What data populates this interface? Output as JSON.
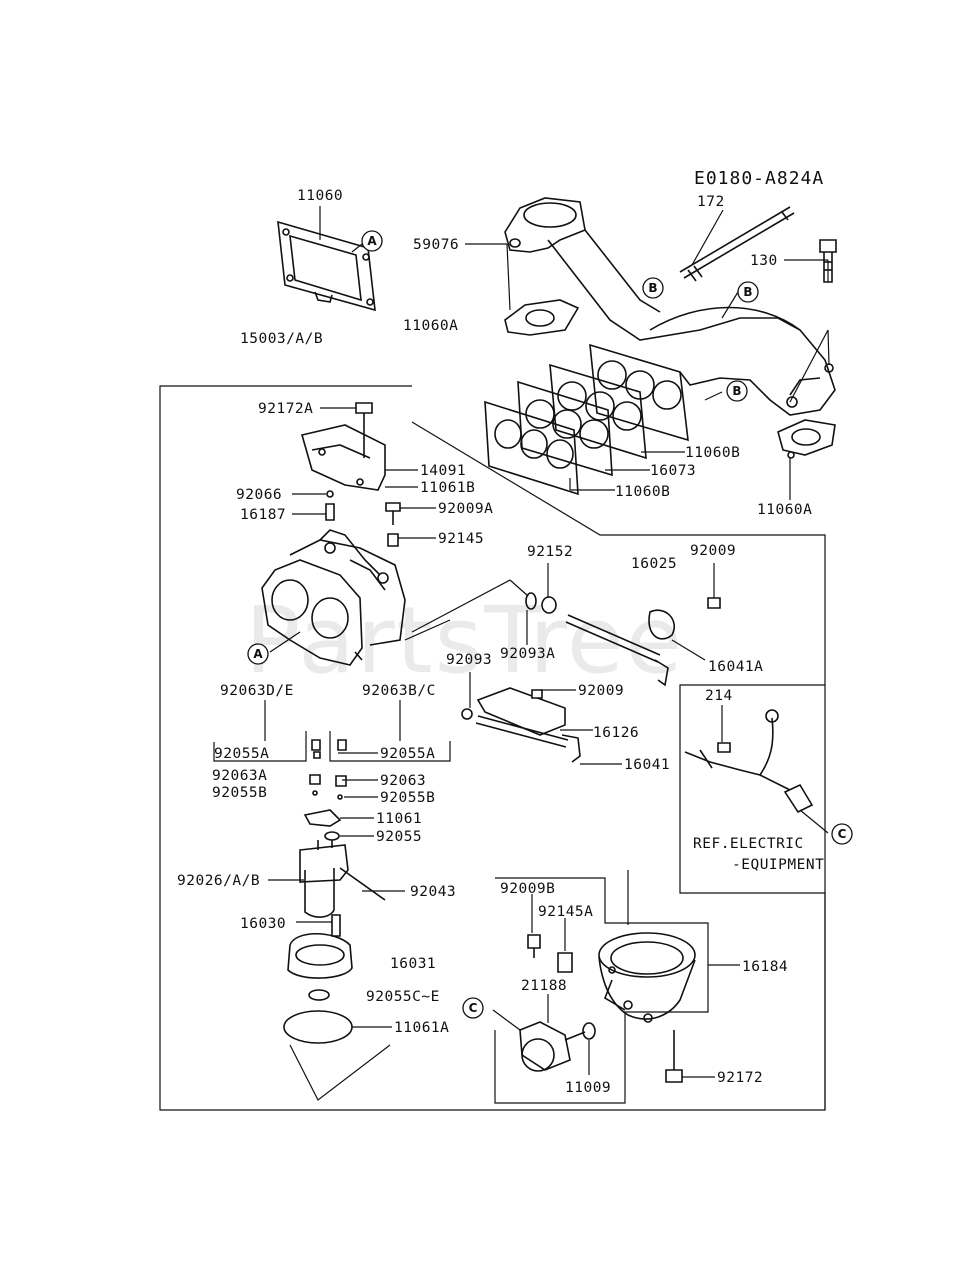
{
  "diagram": {
    "code": "E0180-A824A",
    "watermark": "PartsTree",
    "callout_letters": {
      "a": "A",
      "b": "B",
      "c": "C"
    },
    "labels": {
      "l11060": "11060",
      "l15003": "15003/A/B",
      "l11060A_top": "11060A",
      "l59076": "59076",
      "l172": "172",
      "l130": "130",
      "l11060B_1": "11060B",
      "l16073": "16073",
      "l11060B_2": "11060B",
      "l11060A_right": "11060A",
      "l92172A": "92172A",
      "l14091": "14091",
      "l11061B": "11061B",
      "l92066": "92066",
      "l16187": "16187",
      "l92009A": "92009A",
      "l92145": "92145",
      "l92152": "92152",
      "l16025": "16025",
      "l92009_top": "92009",
      "l16041A": "16041A",
      "l92093": "92093",
      "l92093A": "92093A",
      "l92009_mid": "92009",
      "l16126": "16126",
      "l16041": "16041",
      "l214": "214",
      "l92063DE": "92063D/E",
      "l92063BC": "92063B/C",
      "l92055A_1": "92055A",
      "l92055A_2": "92055A",
      "l92063A": "92063A",
      "l92055B_left": "92055B",
      "l92063": "92063",
      "l92055B_right": "92055B",
      "l11061": "11061",
      "l92055": "92055",
      "l92026": "92026/A/B",
      "l92043": "92043",
      "l16030": "16030",
      "l16031": "16031",
      "l92055CE": "92055C~E",
      "l11061A": "11061A",
      "l92009B": "92009B",
      "l92145A": "92145A",
      "l21188": "21188",
      "l11009": "11009",
      "l16184": "16184",
      "l92172": "92172",
      "ref1": "REF.ELECTRIC",
      "ref2": "-EQUIPMENT"
    }
  }
}
